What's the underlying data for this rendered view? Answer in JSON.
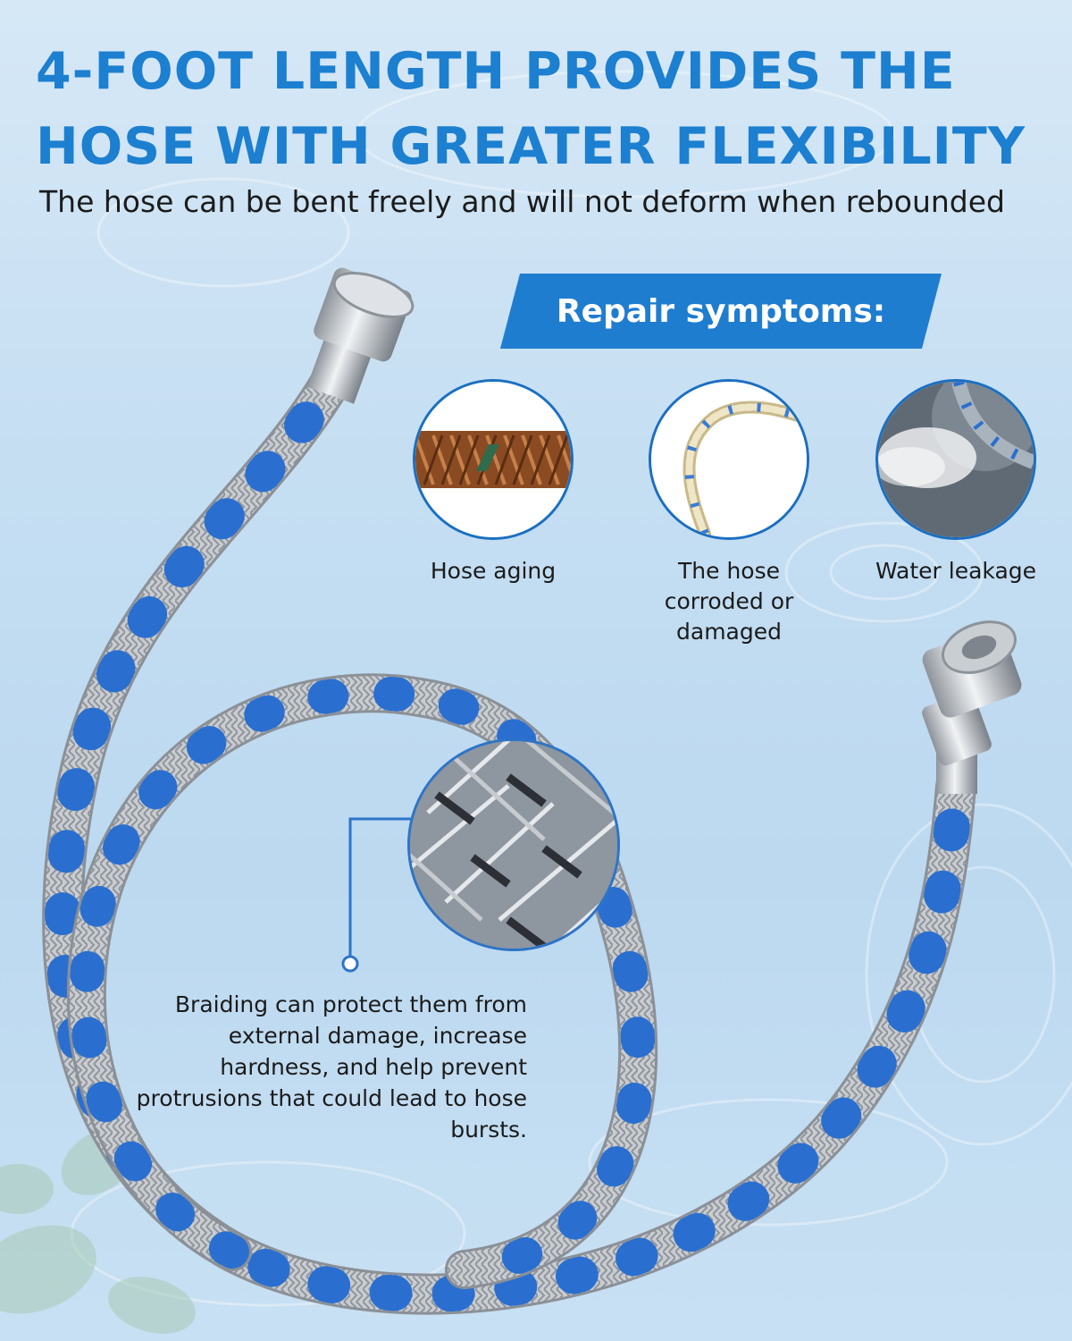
{
  "headline": {
    "line1": "4-FOOT LENGTH PROVIDES THE",
    "line2": "HOSE WITH GREATER FLEXIBILITY"
  },
  "subhead": "The hose can be bent freely and will not deform when rebounded",
  "repair": {
    "title": "Repair symptoms:",
    "items": [
      {
        "label": "Hose aging",
        "icon": "rusted-braid-icon"
      },
      {
        "label": "The hose corroded or damaged",
        "icon": "damaged-hose-icon"
      },
      {
        "label": "Water leakage",
        "icon": "water-spray-icon"
      }
    ]
  },
  "braiding_note": "Braiding can protect them from external damage, increase hardness, and help prevent protrusions that could lead to hose bursts.",
  "colors": {
    "accent": "#1c7fd0",
    "banner": "#1f7dd0",
    "background": "#c5def2",
    "braid_stripe": "#2a6fd0"
  }
}
